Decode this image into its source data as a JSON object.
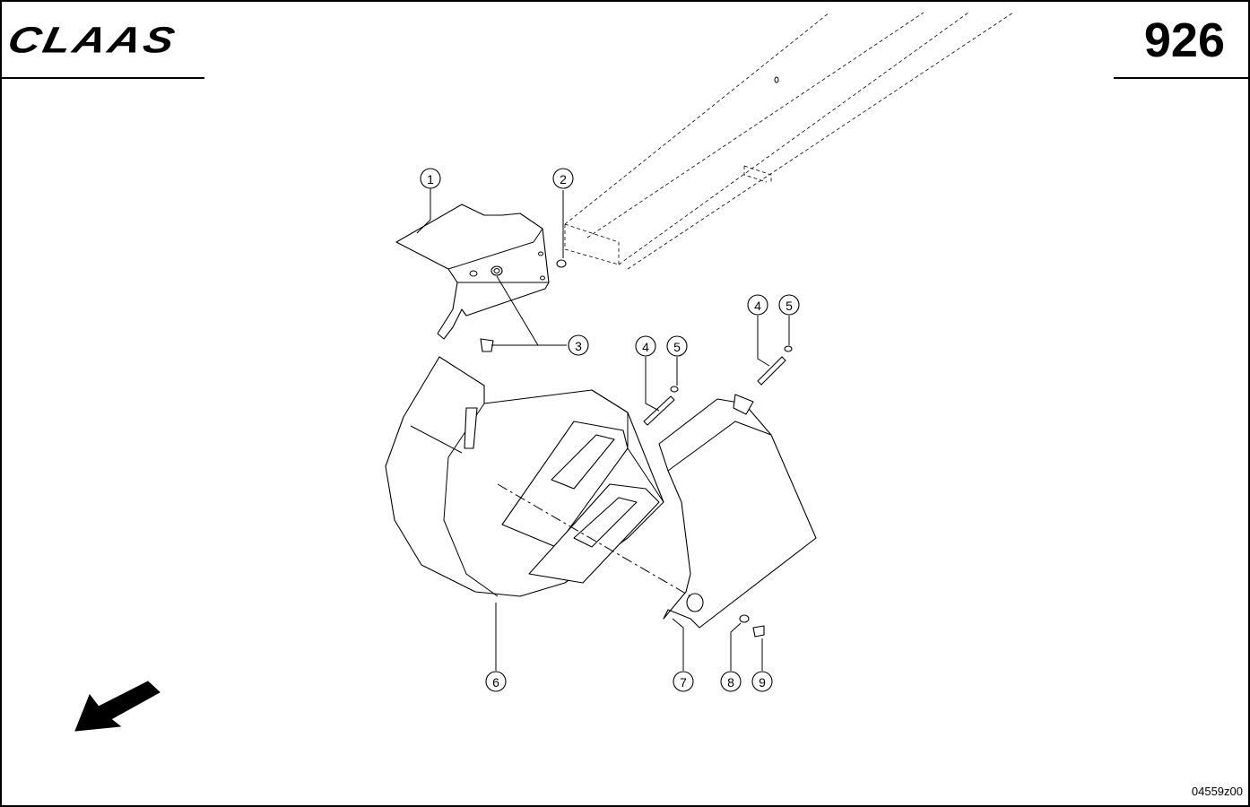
{
  "header": {
    "brand": "CLAAS",
    "page_number": "926"
  },
  "footer": {
    "drawing_code": "04559z00"
  },
  "callouts": [
    {
      "id": "callout-1",
      "label": "1"
    },
    {
      "id": "callout-2",
      "label": "2"
    },
    {
      "id": "callout-3",
      "label": "3"
    },
    {
      "id": "callout-4a",
      "label": "4"
    },
    {
      "id": "callout-5a",
      "label": "5"
    },
    {
      "id": "callout-4b",
      "label": "4"
    },
    {
      "id": "callout-5b",
      "label": "5"
    },
    {
      "id": "callout-6",
      "label": "6"
    },
    {
      "id": "callout-7",
      "label": "7"
    },
    {
      "id": "callout-8",
      "label": "8"
    },
    {
      "id": "callout-9",
      "label": "9"
    }
  ],
  "icons": {
    "direction_arrow": "arrow-down-left-icon"
  },
  "colors": {
    "ink": "#000000",
    "paper": "#ffffff"
  }
}
